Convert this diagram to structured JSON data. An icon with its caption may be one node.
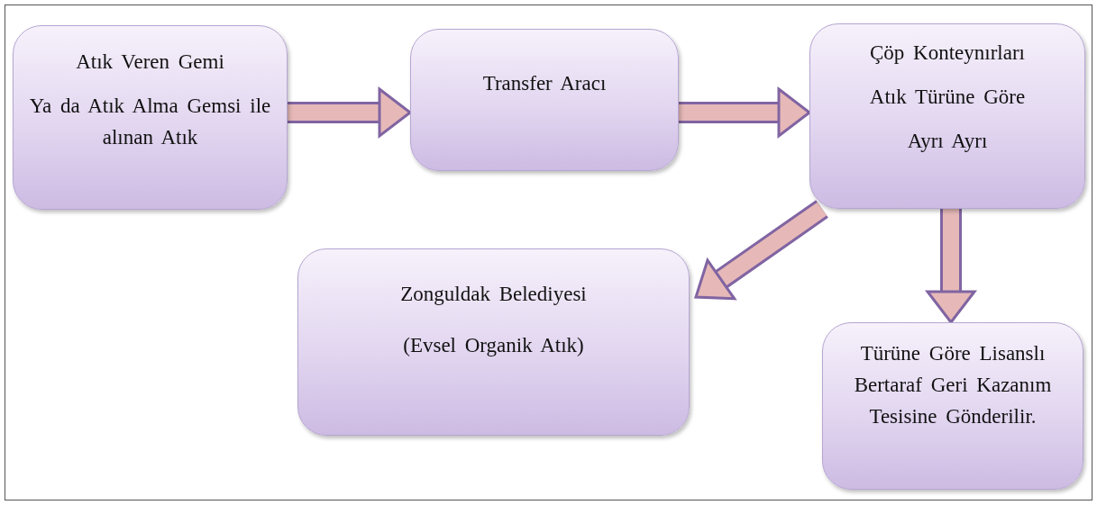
{
  "diagram": {
    "nodes": [
      {
        "text": [
          "Atık Veren Gemi",
          "Ya da Atık Alma Gemsi ile alınan Atık"
        ]
      },
      {
        "text": [
          "Transfer Aracı"
        ]
      },
      {
        "text": [
          "Çöp Konteynırları",
          "Atık Türüne Göre",
          "Ayrı Ayrı"
        ]
      },
      {
        "text": [
          "Zonguldak Belediyesi",
          "(Evsel Organik Atık)"
        ]
      },
      {
        "text": [
          "Türüne Göre Lisanslı Bertaraf Geri Kazanım Tesisine Gönderilir."
        ]
      }
    ],
    "edges": [
      {
        "from": 0,
        "to": 1,
        "arrow": "to"
      },
      {
        "from": 1,
        "to": 2,
        "arrow": "to"
      },
      {
        "from": 2,
        "to": 3,
        "arrow": "to"
      },
      {
        "from": 2,
        "to": 4,
        "arrow": "to"
      }
    ]
  }
}
